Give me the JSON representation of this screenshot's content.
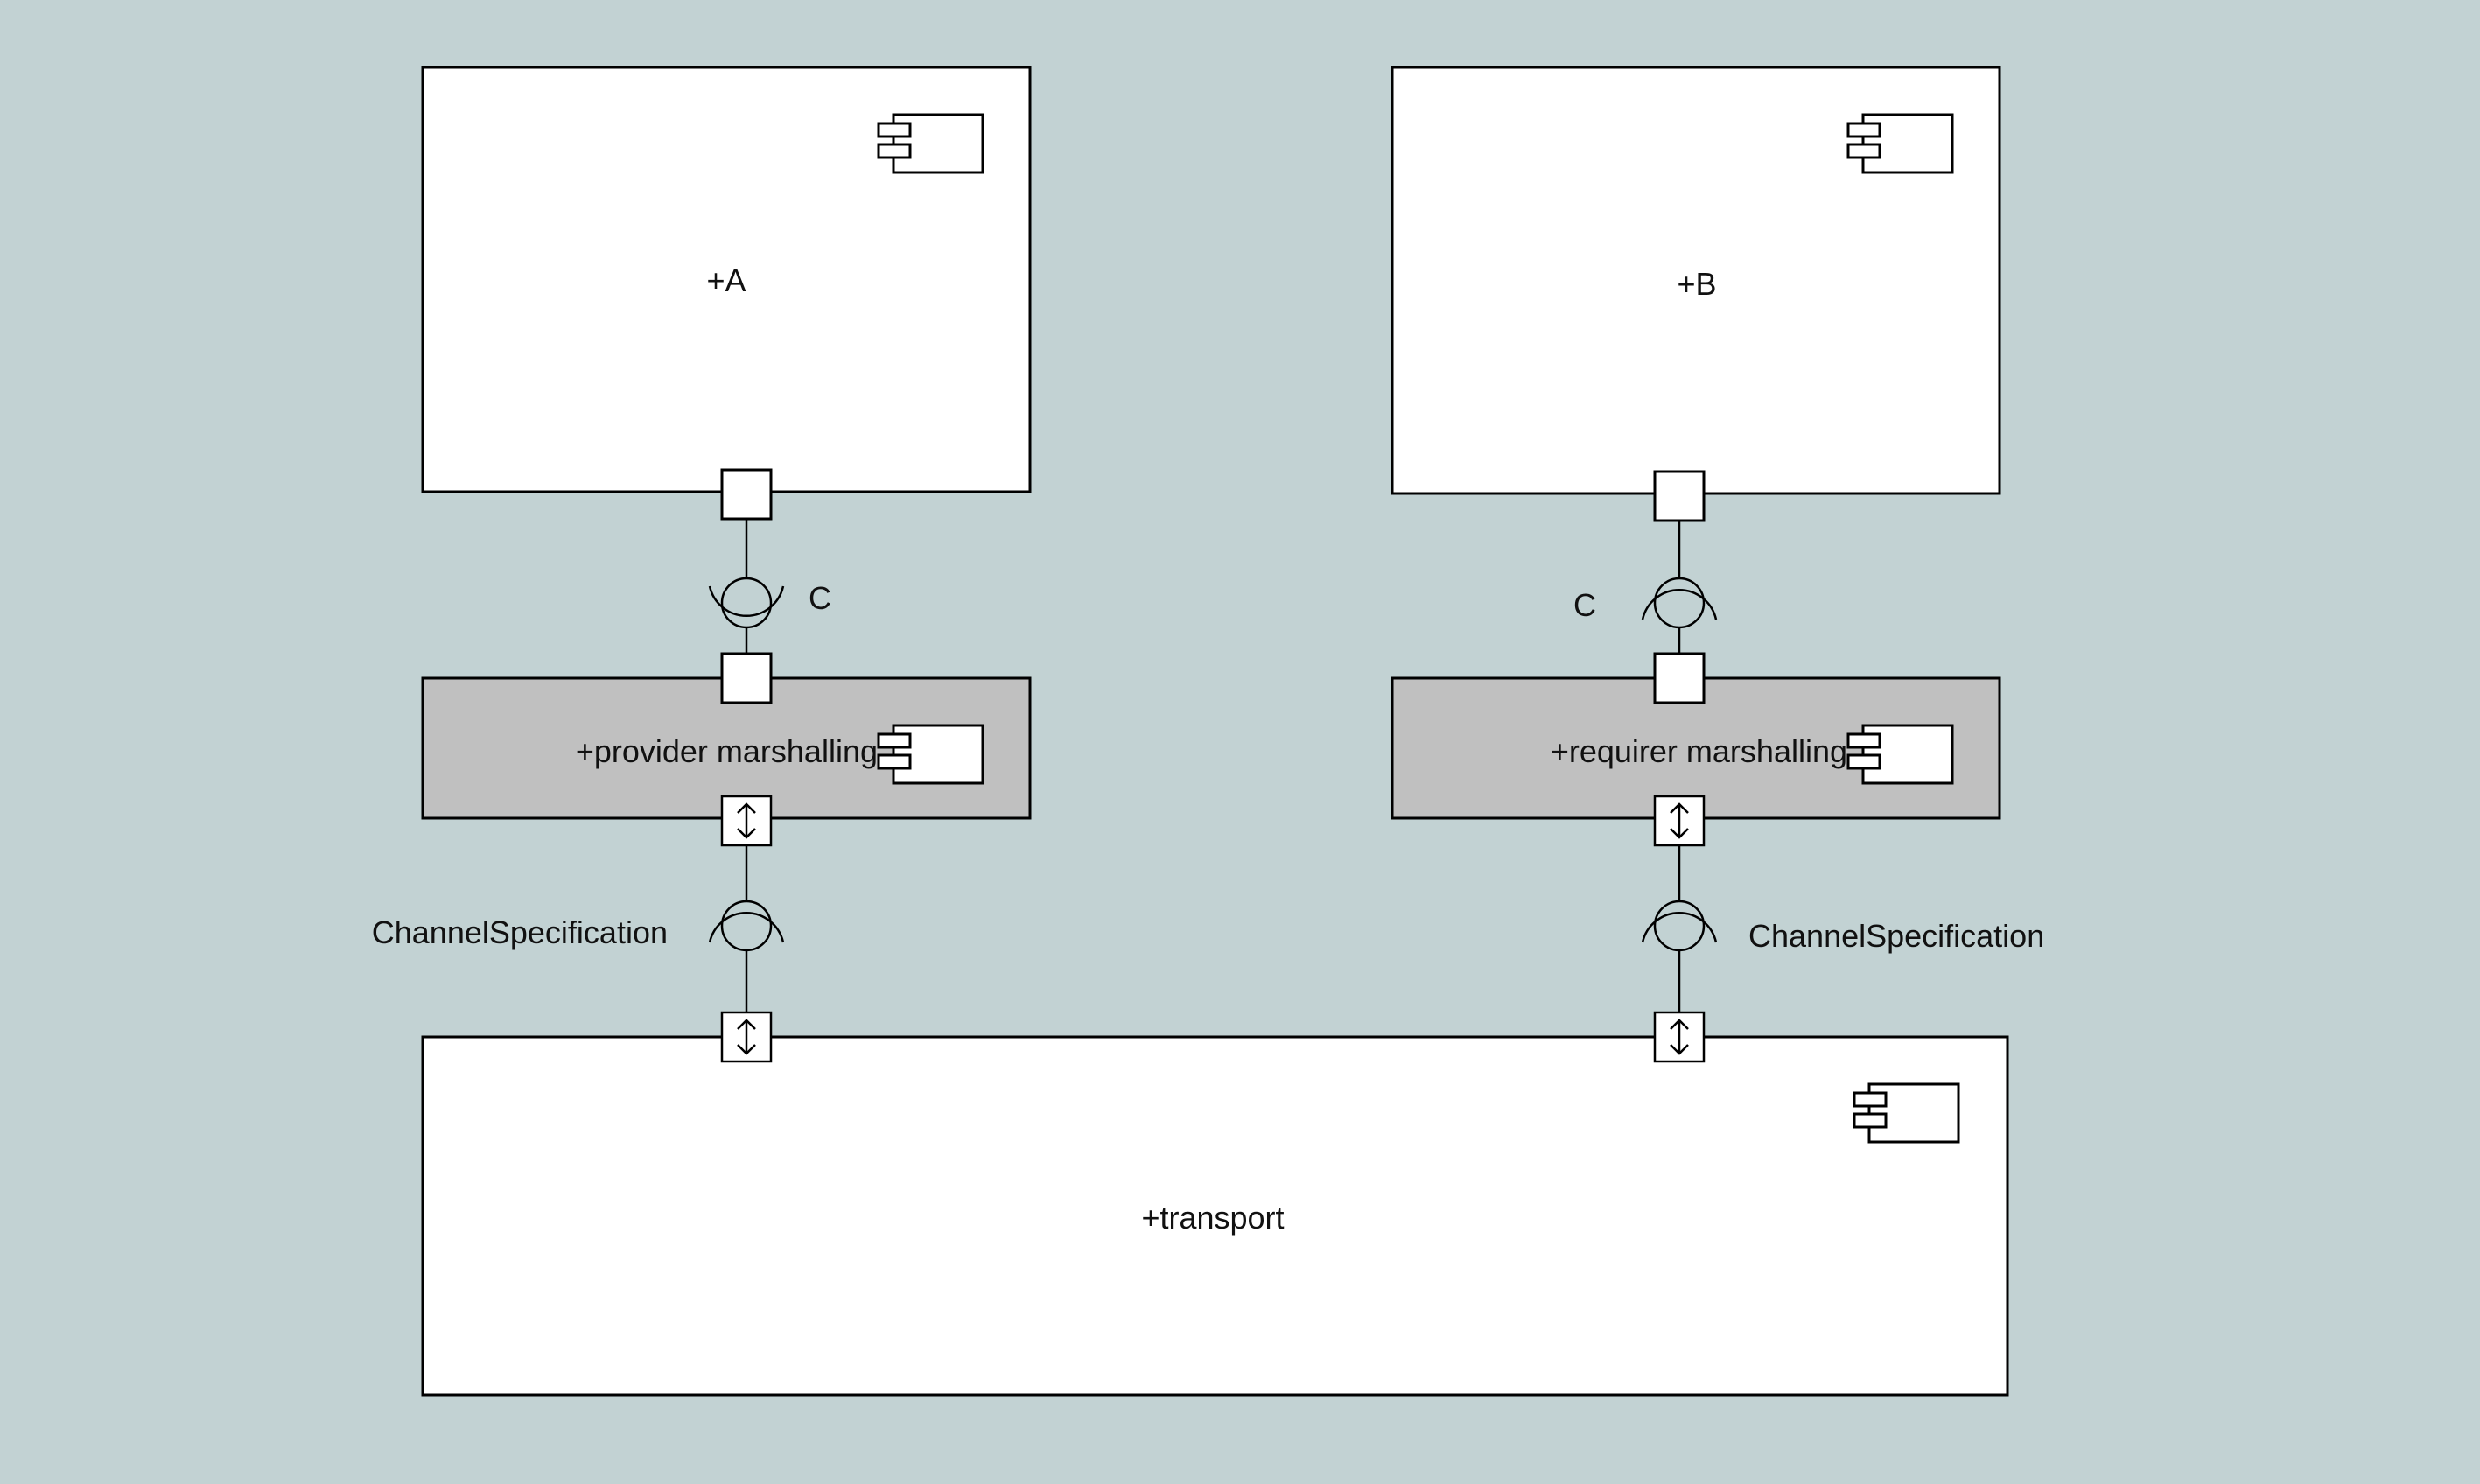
{
  "diagram": {
    "components": {
      "a": {
        "label": "+A"
      },
      "b": {
        "label": "+B"
      },
      "provider": {
        "label": "+provider marshalling"
      },
      "requirer": {
        "label": "+requirer marshalling"
      },
      "transport": {
        "label": "+transport"
      }
    },
    "interfaces": {
      "c_left": {
        "label": "C"
      },
      "c_right": {
        "label": "C"
      },
      "channel_left": {
        "label": "ChannelSpecification"
      },
      "channel_right": {
        "label": "ChannelSpecification"
      }
    }
  },
  "colors": {
    "background": "#c2d2d3",
    "component_fill": "#ffffff",
    "marshalling_fill": "#c0c0c0",
    "stroke": "#000000"
  },
  "icons": {
    "component_icon": "uml-component-icon",
    "bidirectional_port_icon": "up-down-arrow-icon"
  }
}
